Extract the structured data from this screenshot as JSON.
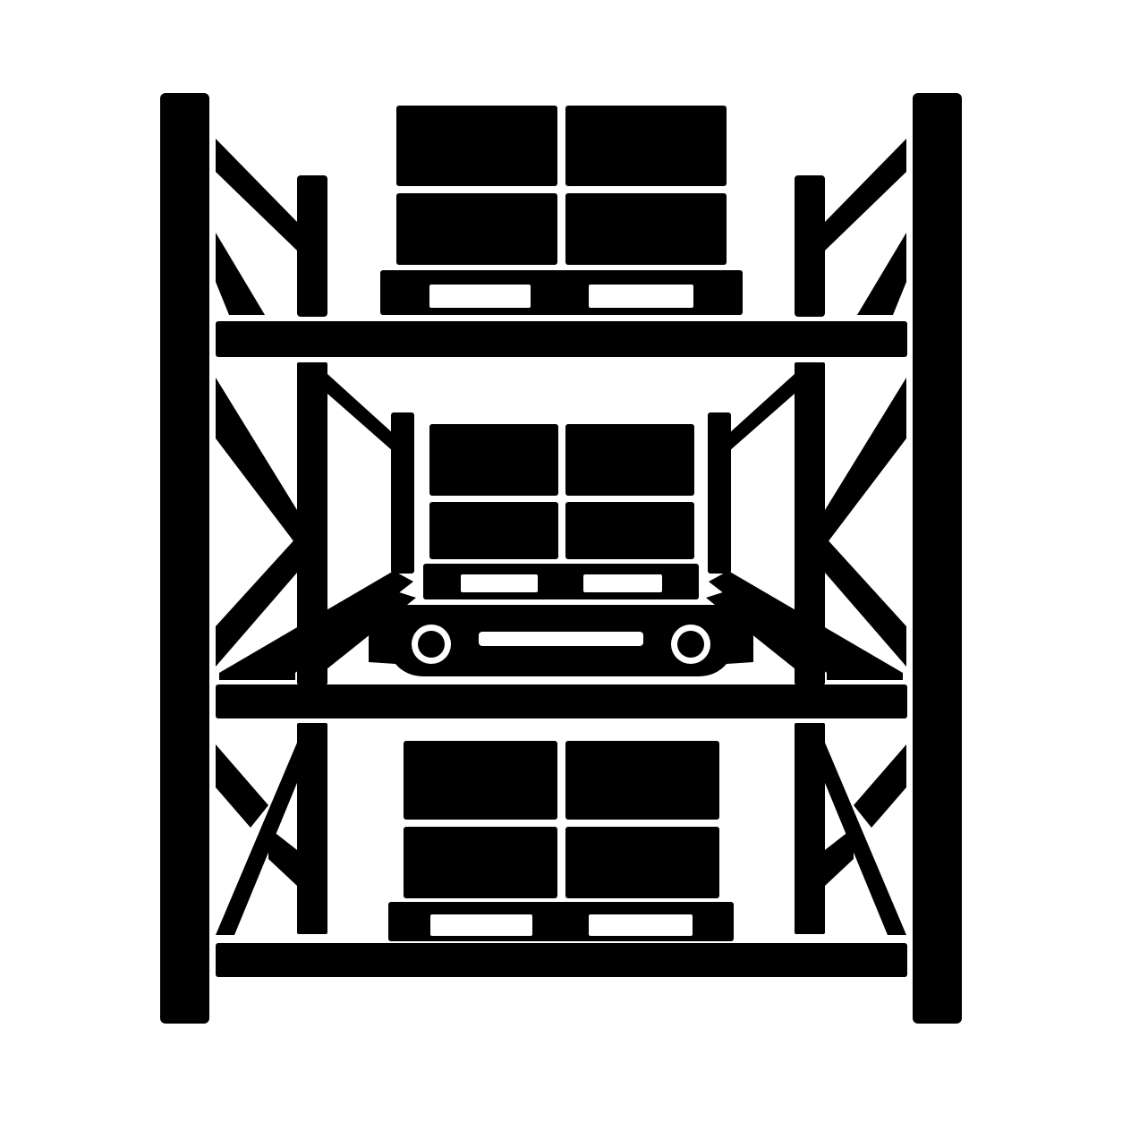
{
  "icon": {
    "name": "pallet-racking-shuttle-icon",
    "fill_color": "#000000",
    "background_color": "#ffffff",
    "levels": 3,
    "pallets_per_level": 1,
    "shuttle_level": 2,
    "style": "solid black silhouette"
  }
}
